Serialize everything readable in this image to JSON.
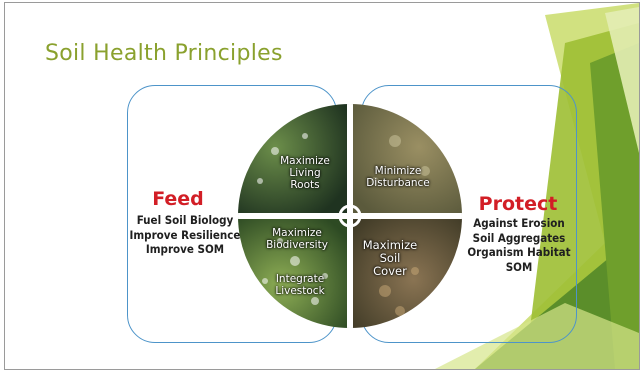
{
  "slide": {
    "title": "Soil Health Principles",
    "feed": {
      "title": "Feed",
      "lines": [
        "Fuel Soil Biology",
        "Improve Resilience",
        "Improve SOM"
      ]
    },
    "protect": {
      "title": "Protect",
      "lines": [
        "Against Erosion",
        "Soil Aggregates",
        "Organism Habitat",
        "SOM"
      ]
    },
    "quadrants": {
      "top_left": [
        "Maximize",
        "Living",
        "Roots"
      ],
      "top_right": [
        "Minimize",
        "Disturbance"
      ],
      "bottom_left_a": [
        "Maximize",
        "Biodiversity"
      ],
      "bottom_left_b": [
        "Integrate",
        "Livestock"
      ],
      "bottom_right": [
        "Maximize",
        "Soil",
        "Cover"
      ]
    }
  },
  "colors": {
    "title": "#8aa12e",
    "accent_red": "#d21e26",
    "panel_border": "#4d94c9",
    "deco_green_dark": "#5e8f2a",
    "deco_green_light": "#a8c83a"
  }
}
